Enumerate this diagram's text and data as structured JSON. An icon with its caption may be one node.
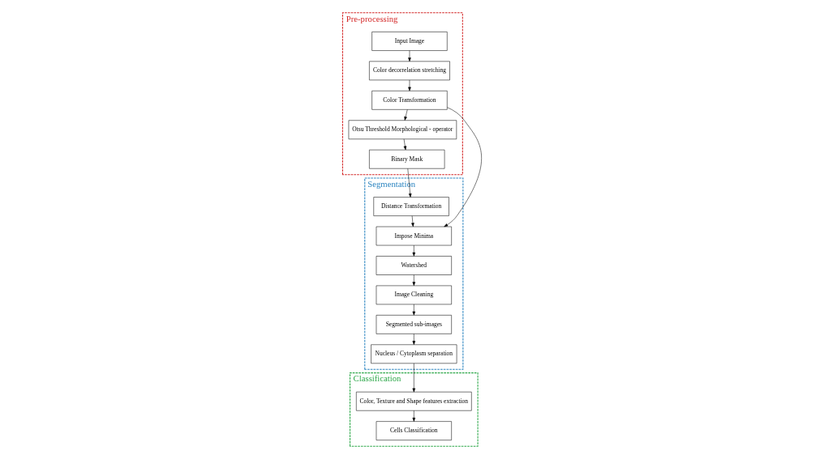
{
  "diagram": {
    "nodes": [
      {
        "text": [
          "Pre-processing"
        ]
      },
      {
        "text": [
          "Input Image"
        ],
        "in": 0
      },
      {
        "text": [
          "Color decorrelation stretching"
        ],
        "in": 0
      },
      {
        "text": [
          "Color Transformation"
        ],
        "in": 0
      },
      {
        "text": [
          "Otsu Threshold Morphological - operator"
        ],
        "in": 0
      },
      {
        "text": [
          "Binary Mask"
        ],
        "in": 0
      },
      {
        "text": [
          "Segmentation"
        ]
      },
      {
        "text": [
          "Nucleus / Cytoplasm separation"
        ],
        "in": 6
      },
      {
        "text": [
          "Segmented sub-images"
        ],
        "in": 6
      },
      {
        "text": [
          "Image Cleaning"
        ],
        "in": 6
      },
      {
        "text": [
          "Watershed"
        ],
        "in": 6
      },
      {
        "text": [
          "Impose Minima"
        ],
        "in": 6
      },
      {
        "text": [
          "Distance Transformation"
        ],
        "in": 6
      },
      {
        "text": [
          "Classification"
        ]
      },
      {
        "text": [
          "Color, Texture and Shape features extraction"
        ],
        "in": 13
      },
      {
        "text": [
          "Cells Classification"
        ],
        "in": 13
      }
    ],
    "edges": [
      {
        "from": 1,
        "to": 2,
        "arrow": "to"
      },
      {
        "from": 2,
        "to": 3,
        "arrow": "to"
      },
      {
        "from": 3,
        "to": 4,
        "arrow": "to"
      },
      {
        "from": 4,
        "to": 5,
        "arrow": "to"
      },
      {
        "from": 3,
        "to": 11,
        "arrow": "to"
      },
      {
        "from": 5,
        "to": 12,
        "arrow": "to"
      },
      {
        "from": 12,
        "to": 11,
        "arrow": "to"
      },
      {
        "from": 11,
        "to": 10,
        "arrow": "to"
      },
      {
        "from": 10,
        "to": 9,
        "arrow": "to"
      },
      {
        "from": 9,
        "to": 8,
        "arrow": "to"
      },
      {
        "from": 8,
        "to": 7,
        "arrow": "to"
      },
      {
        "from": 7,
        "to": 14,
        "arrow": "to"
      },
      {
        "from": 14,
        "to": 15,
        "arrow": "to"
      }
    ]
  }
}
